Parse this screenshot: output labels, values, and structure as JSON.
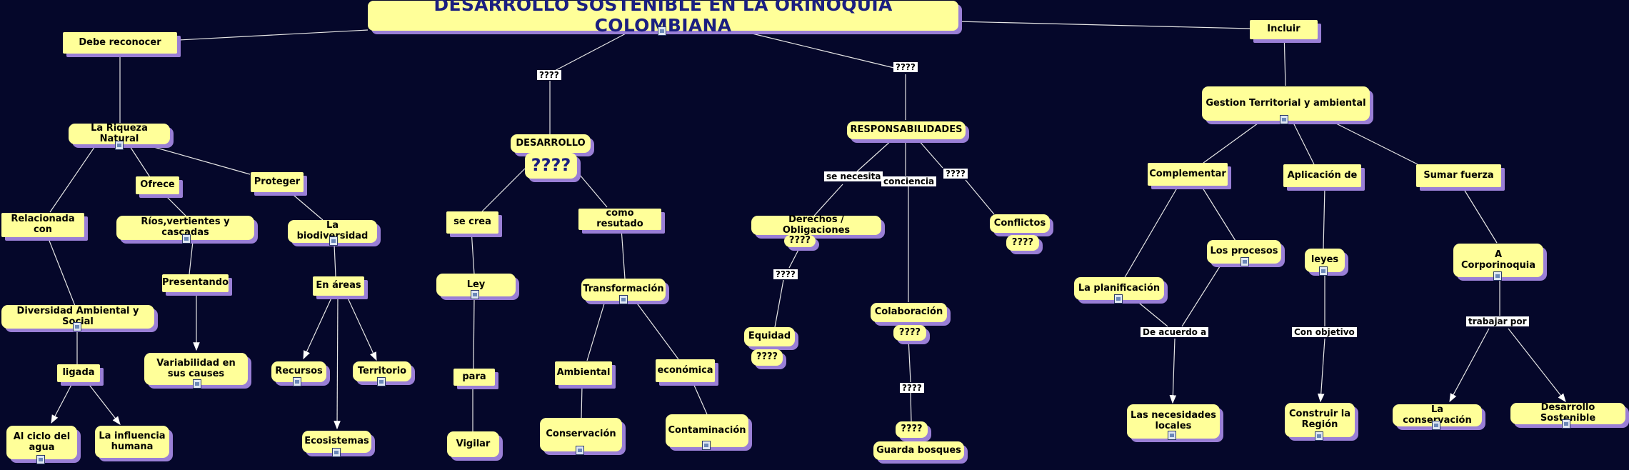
{
  "title": "DESARROLLO SOSTENIBLE EN LA ORINOQUIA COLOMBIANA",
  "nodes": {
    "debe_reconocer": "Debe reconocer",
    "riqueza_natural": "La Riqueza Natural",
    "relacionada_con": "Relacionada con",
    "diversidad": "Diversidad Ambiental y Social",
    "ciclo_agua": "Al ciclo del agua",
    "influencia_humana": "La influencia humana",
    "ofrece": "Ofrece",
    "rios": "Ríos,vertientes y cascadas",
    "presentando": "Presentando",
    "variabilidad": "Variabilidad en sus causes",
    "proteger": "Proteger",
    "biodiversidad": "La biodiversidad",
    "en_areas": "En áreas",
    "recursos": "Recursos",
    "territorio": "Territorio",
    "ecosistemas": "Ecosistemas",
    "desarrollo": "DESARROLLO",
    "desarrollo_q": "????",
    "se_crea": "se crea",
    "ley": "Ley",
    "para": "para",
    "vigilar": "Vigilar",
    "como_resultado": "como resutado",
    "transformacion": "Transformación",
    "ambiental": "Ambiental",
    "conservacion": "Conservación",
    "economica": "económica",
    "contaminacion": "Contaminación",
    "responsabilidades": "RESPONSABILIDADES",
    "derechos": "Derechos / Obligaciones",
    "derechos_q": "????",
    "equidad": "Equidad",
    "equidad_q": "????",
    "conflictos": "Conflictos",
    "conflictos_q": "????",
    "colaboracion": "Colaboración",
    "colaboracion_q": "????",
    "guarda_q": "????",
    "guarda_bosques": "Guarda bosques",
    "incluir": "Incluir",
    "gestion": "Gestion Territorial y ambiental",
    "complementar": "Complementar",
    "planificacion": "La planificación",
    "los_procesos": "Los procesos",
    "necesidades": "Las necesidades locales",
    "aplicacion": "Aplicación de",
    "leyes": "leyes",
    "construir": "Construir la Región",
    "sumar_fuerza": "Sumar fuerza",
    "corporinoquia": "A Corporinoquia",
    "la_conservacion": "La conservación",
    "desarrollo_sostenible": "Desarrollo Sostenible"
  },
  "links": {
    "q_desarrollo": "????",
    "q_responsabilidades": "????",
    "ligada": "ligada",
    "se_necesita": "se necesita",
    "conciencia": "conciencia",
    "q_conflictos": "????",
    "q_equidad": "????",
    "q_guarda": "????",
    "de_acuerdo_a": "De acuerdo a",
    "con_objetivo": "Con objetivo",
    "trabajar_por": "trabajar por"
  }
}
